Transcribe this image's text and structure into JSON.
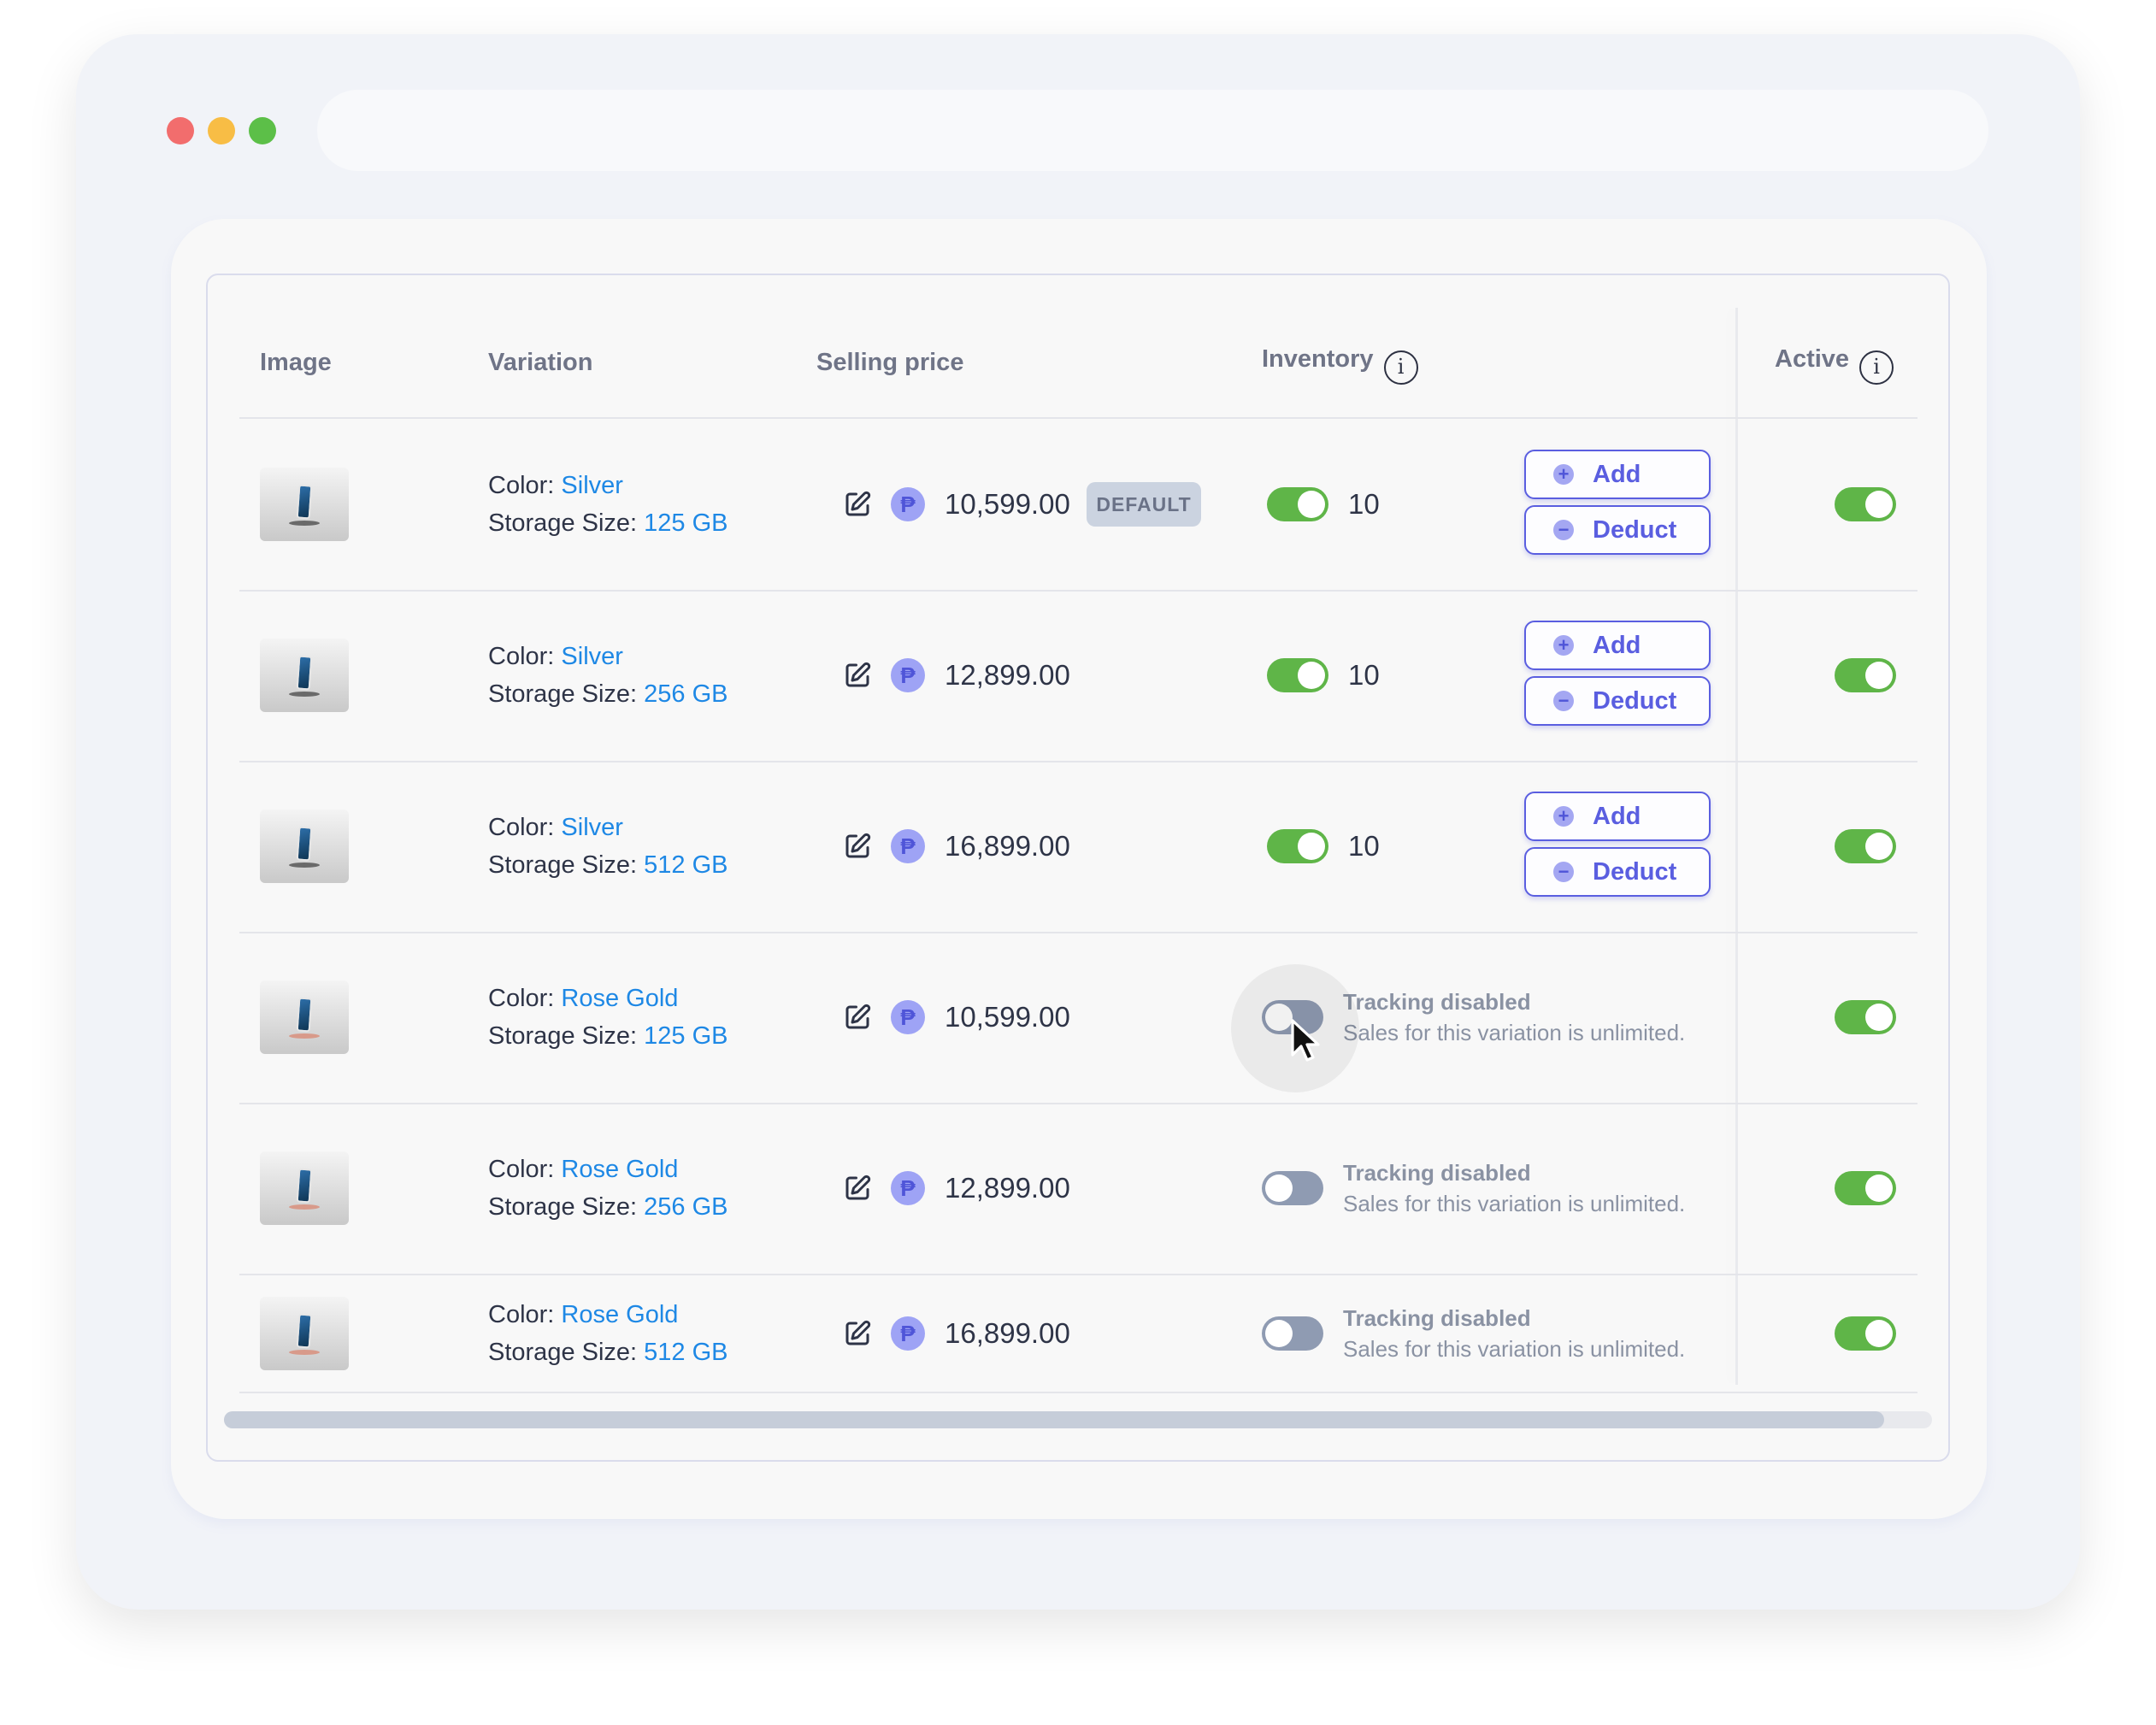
{
  "window": {
    "dot_colors": [
      "#f26d6d",
      "#f8bd45",
      "#5cbf48"
    ]
  },
  "table": {
    "headers": {
      "image": "Image",
      "variation": "Variation",
      "selling_price": "Selling price",
      "inventory": "Inventory",
      "active": "Active",
      "info_glyph": "i"
    },
    "color_label": "Color:",
    "storage_label": "Storage Size:",
    "currency_glyph": "₱",
    "default_badge": "DEFAULT",
    "add_label": "Add",
    "deduct_label": "Deduct",
    "plus_glyph": "+",
    "minus_glyph": "−",
    "tracking_title": "Tracking disabled",
    "tracking_note": "Sales for this variation is unlimited.",
    "rows": [
      {
        "color": "Silver",
        "storage": "125 GB",
        "price": "10,599.00",
        "is_default": true,
        "tracking": true,
        "quantity": "10",
        "active": true
      },
      {
        "color": "Silver",
        "storage": "256 GB",
        "price": "12,899.00",
        "is_default": false,
        "tracking": true,
        "quantity": "10",
        "active": true
      },
      {
        "color": "Silver",
        "storage": "512 GB",
        "price": "16,899.00",
        "is_default": false,
        "tracking": true,
        "quantity": "10",
        "active": true
      },
      {
        "color": "Rose Gold",
        "storage": "125 GB",
        "price": "10,599.00",
        "is_default": false,
        "tracking": false,
        "active": true
      },
      {
        "color": "Rose Gold",
        "storage": "256 GB",
        "price": "12,899.00",
        "is_default": false,
        "tracking": false,
        "active": true
      },
      {
        "color": "Rose Gold",
        "storage": "512 GB",
        "price": "16,899.00",
        "is_default": false,
        "tracking": false,
        "active": true
      }
    ]
  }
}
